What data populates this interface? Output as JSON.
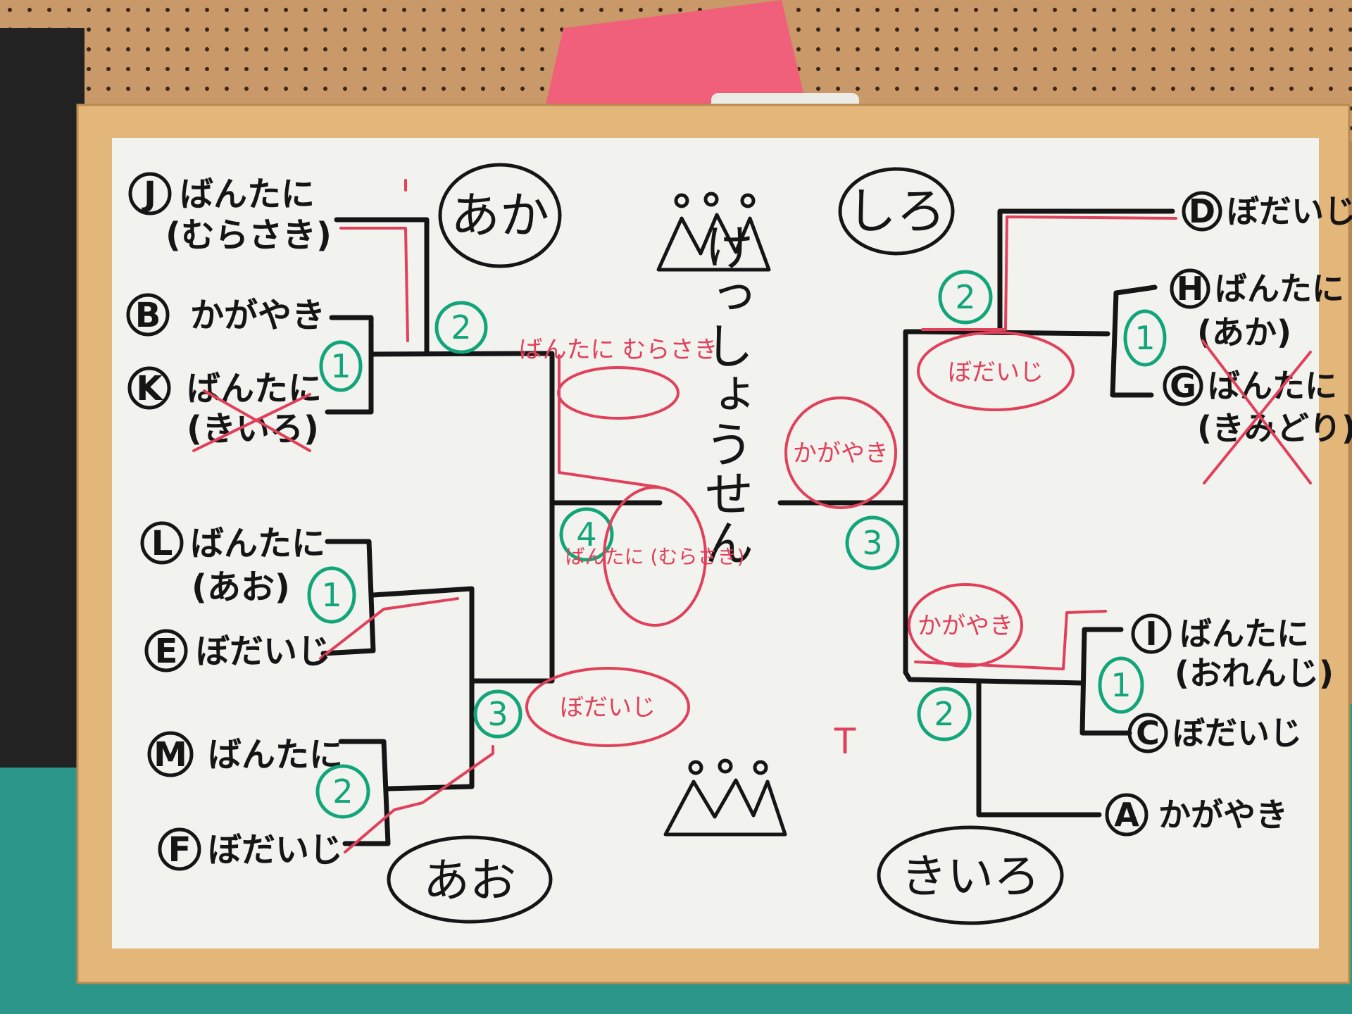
{
  "board": {
    "title": "けっしょうせん",
    "colors": {
      "black_marker": "#151515",
      "red_marker": "#e0405a",
      "green_marker": "#12a57a",
      "frame": "#e3b67a",
      "board": "#f2f2ee"
    }
  },
  "teams": {
    "top_left": "あか",
    "top_right": "しろ",
    "bottom_left": "あお",
    "bottom_right": "きいろ"
  },
  "entries_left": [
    {
      "letter": "J",
      "name": "ばんたに",
      "sub": "(むらさき)"
    },
    {
      "letter": "B",
      "name": "かがやき",
      "sub": ""
    },
    {
      "letter": "K",
      "name": "ばんたに",
      "sub": "(きいろ)"
    },
    {
      "letter": "L",
      "name": "ばんたに",
      "sub": "(あお)"
    },
    {
      "letter": "E",
      "name": "ぼだいじ",
      "sub": ""
    },
    {
      "letter": "M",
      "name": "ばんたに",
      "sub": ""
    },
    {
      "letter": "F",
      "name": "ぼだいじ",
      "sub": ""
    }
  ],
  "entries_right": [
    {
      "letter": "D",
      "name": "ぼだいじ",
      "sub": ""
    },
    {
      "letter": "H",
      "name": "ばんたに",
      "sub": "(あか)"
    },
    {
      "letter": "G",
      "name": "ばんたに",
      "sub": "(きみどり)"
    },
    {
      "letter": "I",
      "name": "ばんたに",
      "sub": "(おれんじ)"
    },
    {
      "letter": "C",
      "name": "ぼだいじ",
      "sub": ""
    },
    {
      "letter": "A",
      "name": "かがやき",
      "sub": ""
    }
  ],
  "match_numbers": {
    "bk": "1",
    "j_bk": "2",
    "le": "1",
    "mf": "2",
    "left_semi": "3",
    "final": "4",
    "hg": "1",
    "d_hg": "2",
    "right_semi": "3",
    "ic": "2",
    "ic_inner": "1"
  },
  "winners": {
    "j_bk": "ばんたに むらさき",
    "left_final": "ばんたに (むらさき)",
    "left_lower": "ぼだいじ",
    "right_final": "かがやき",
    "right_upper": "ぼだいじ",
    "right_lower": "かがやき"
  },
  "misc": {
    "red_mark": "T"
  }
}
